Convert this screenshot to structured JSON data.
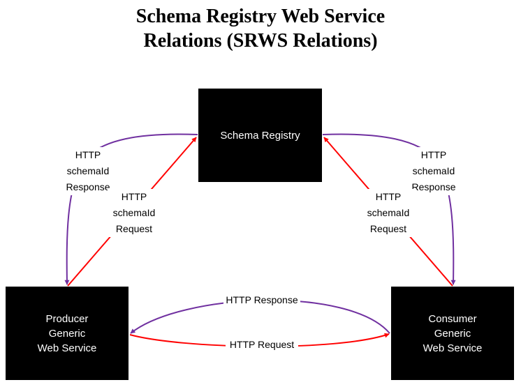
{
  "title": {
    "line1": "Schema Registry Web Service",
    "line2": "Relations (SRWS Relations)"
  },
  "nodes": {
    "registry": {
      "label": "Schema Registry"
    },
    "producer": {
      "line1": "Producer",
      "line2": "Generic",
      "line3": "Web Service"
    },
    "consumer": {
      "line1": "Consumer",
      "line2": "Generic",
      "line3": "Web Service"
    }
  },
  "edges": {
    "left_response": {
      "line1": "HTTP",
      "line2": "schemaId",
      "line3": "Response"
    },
    "left_request": {
      "line1": "HTTP",
      "line2": "schemaId",
      "line3": "Request"
    },
    "right_response": {
      "line1": "HTTP",
      "line2": "schemaId",
      "line3": "Response"
    },
    "right_request": {
      "line1": "HTTP",
      "line2": "schemaId",
      "line3": "Request"
    },
    "bottom_response": {
      "label": "HTTP Response"
    },
    "bottom_request": {
      "label": "HTTP Request"
    }
  },
  "colors": {
    "response": "#7030a0",
    "request": "#ff0000",
    "node_fill": "#000000",
    "node_text": "#ffffff"
  }
}
